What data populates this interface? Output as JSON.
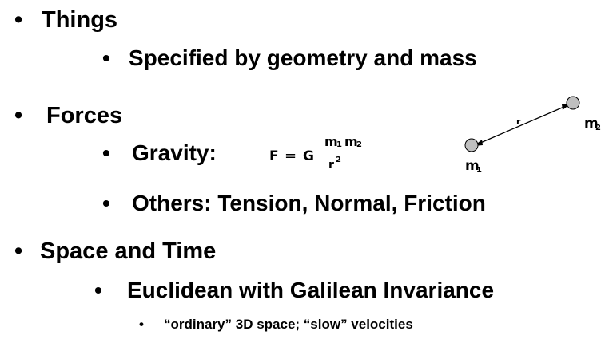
{
  "outline": {
    "things": {
      "bullet": "•",
      "label": "Things",
      "sub": {
        "bullet": "•",
        "label": "Specified by geometry and mass"
      }
    },
    "forces": {
      "bullet": "•",
      "label": "Forces",
      "gravity": {
        "bullet": "•",
        "label": "Gravity:",
        "equation": {
          "lhs": "F",
          "equals": "=",
          "constant": "G",
          "numerator_m1": "m",
          "numerator_m1_sub": "1",
          "numerator_m2": "m",
          "numerator_m2_sub": "2",
          "denominator_r": "r",
          "denominator_exp": "2"
        }
      },
      "others": {
        "bullet": "•",
        "label": "Others:  Tension, Normal, Friction"
      }
    },
    "space_time": {
      "bullet": "•",
      "label": "Space and Time",
      "sub": {
        "bullet": "•",
        "label": "Euclidean with Galilean Invariance",
        "detail": {
          "bullet": "•",
          "label": "“ordinary” 3D space; “slow” velocities"
        }
      }
    }
  },
  "diagram": {
    "r_label": "r",
    "m1_label": "m",
    "m1_sub": "1",
    "m2_label": "m",
    "m2_sub": "2",
    "mass_fill": "#bfbfbf",
    "arrow_color": "#000000"
  }
}
